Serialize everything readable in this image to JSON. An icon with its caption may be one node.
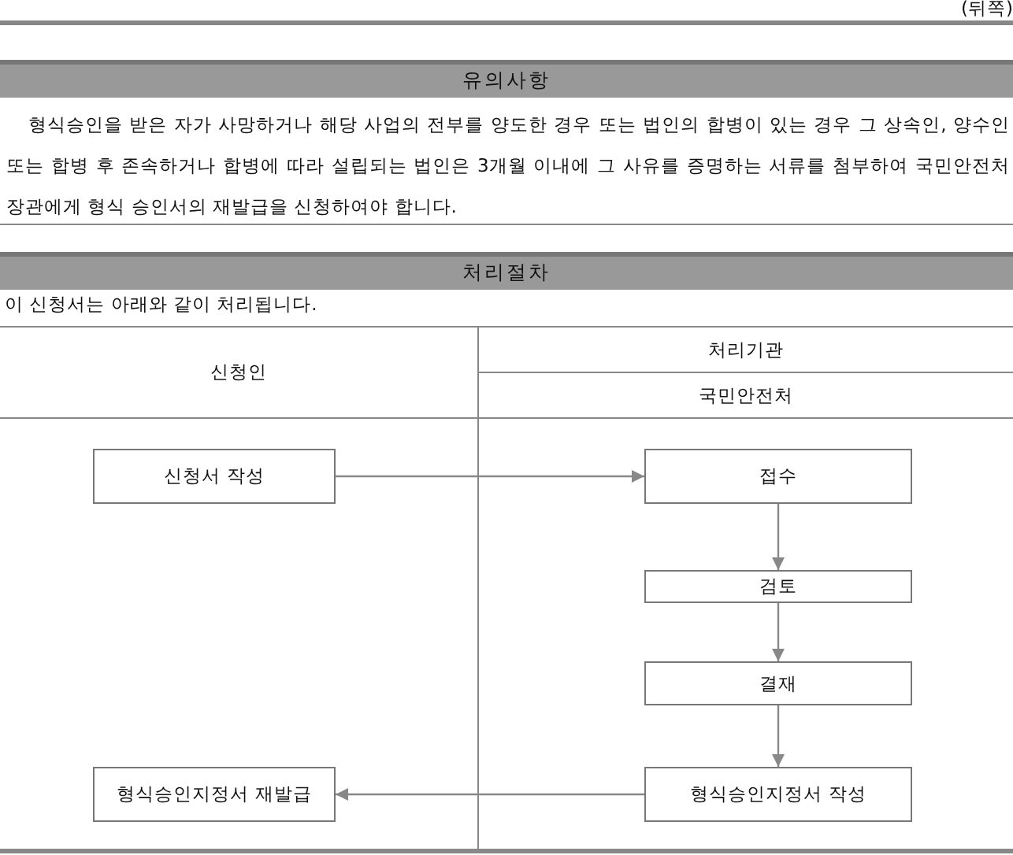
{
  "diagram": {
    "nodes": [
      {
        "text": [
          "신청서 작성"
        ]
      },
      {
        "text": [
          "접수"
        ]
      },
      {
        "text": [
          "검토"
        ]
      },
      {
        "text": [
          "결재"
        ]
      },
      {
        "text": [
          "형식승인지정서 작성"
        ]
      },
      {
        "text": [
          "형식승인지정서 재발급"
        ]
      }
    ],
    "edges": [
      {
        "from": 0,
        "to": 1,
        "arrow": "to"
      },
      {
        "from": 1,
        "to": 2,
        "arrow": "to"
      },
      {
        "from": 2,
        "to": 3,
        "arrow": "to"
      },
      {
        "from": 3,
        "to": 4,
        "arrow": "to"
      },
      {
        "from": 4,
        "to": 5,
        "arrow": "to"
      }
    ],
    "labels": [
      "(뒤쪽)",
      "유의사항",
      "형식승인을 받은 자가 사망하거나 해당 사업의 전부를 양도한 경우 또는 법인의 합병이 있는 경우 그 상속인, 양수인 또는 합병 후 존속하거나 합병에 따라 설립되는 법인은 3개월 이내에 그 사유를 증명하는 서류를 첨부하여 국민안전처장관에게 형식 승인서의 재발급을 신청하여야 합니다.",
      "처리절차",
      "이 신청서는 아래와 같이 처리됩니다.",
      "신청인",
      "처리기관",
      "국민안전처"
    ]
  }
}
